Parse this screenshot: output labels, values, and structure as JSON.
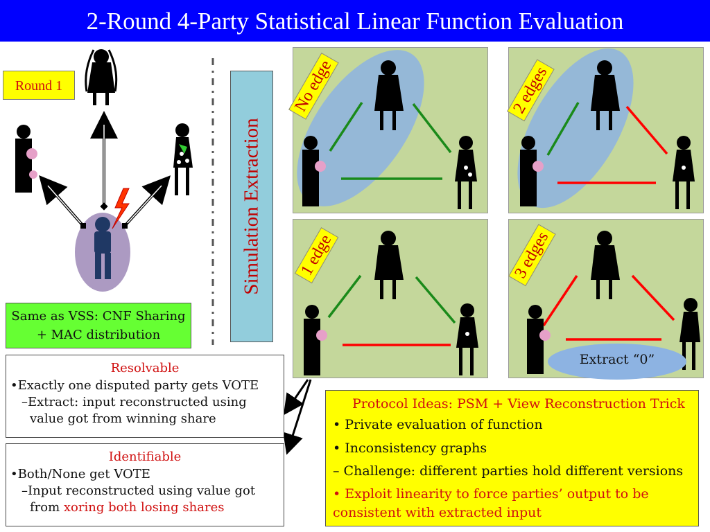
{
  "title": "2-Round 4-Party Statistical Linear Function Evaluation",
  "round_label": "Round 1",
  "sim_label": "Simulation Extraction",
  "vss_box": [
    "Same as VSS: CNF Sharing",
    "+ MAC distribution"
  ],
  "panels": {
    "no_edge": "No edge",
    "two_edges": "2 edges",
    "one_edge": "1 edge",
    "three_edges": "3 edges",
    "extract": "Extract “0”"
  },
  "resolvable": {
    "heading": "Resolvable",
    "bullet": "•Exactly one disputed party gets VOTE",
    "sub1": "–Extract: input reconstructed using",
    "sub2": "value got from winning share"
  },
  "identifiable": {
    "heading": "Identifiable",
    "bullet": "•Both/None get VOTE",
    "sub1": "–Input reconstructed using value got",
    "sub2_plain": "from ",
    "sub2_red": "xoring both losing shares"
  },
  "protocol": {
    "heading": "Protocol Ideas: PSM + View Reconstruction Trick",
    "item1": "•  Private evaluation of function",
    "item2": "•  Inconsistency graphs",
    "item3": "–  Challenge: different parties hold different versions",
    "item4a": "•  Exploit linearity to force parties’ output to be",
    "item4b": "consistent with extracted input"
  },
  "colors": {
    "title_bg": "#0000ff",
    "accent_red": "#d01010",
    "panel_bg": "#c4d79b",
    "highlight_yellow": "#ffff00",
    "ellipse_blue": "#8db3e2",
    "edge_green": "#1a8a1a",
    "edge_red": "#ff0000"
  }
}
